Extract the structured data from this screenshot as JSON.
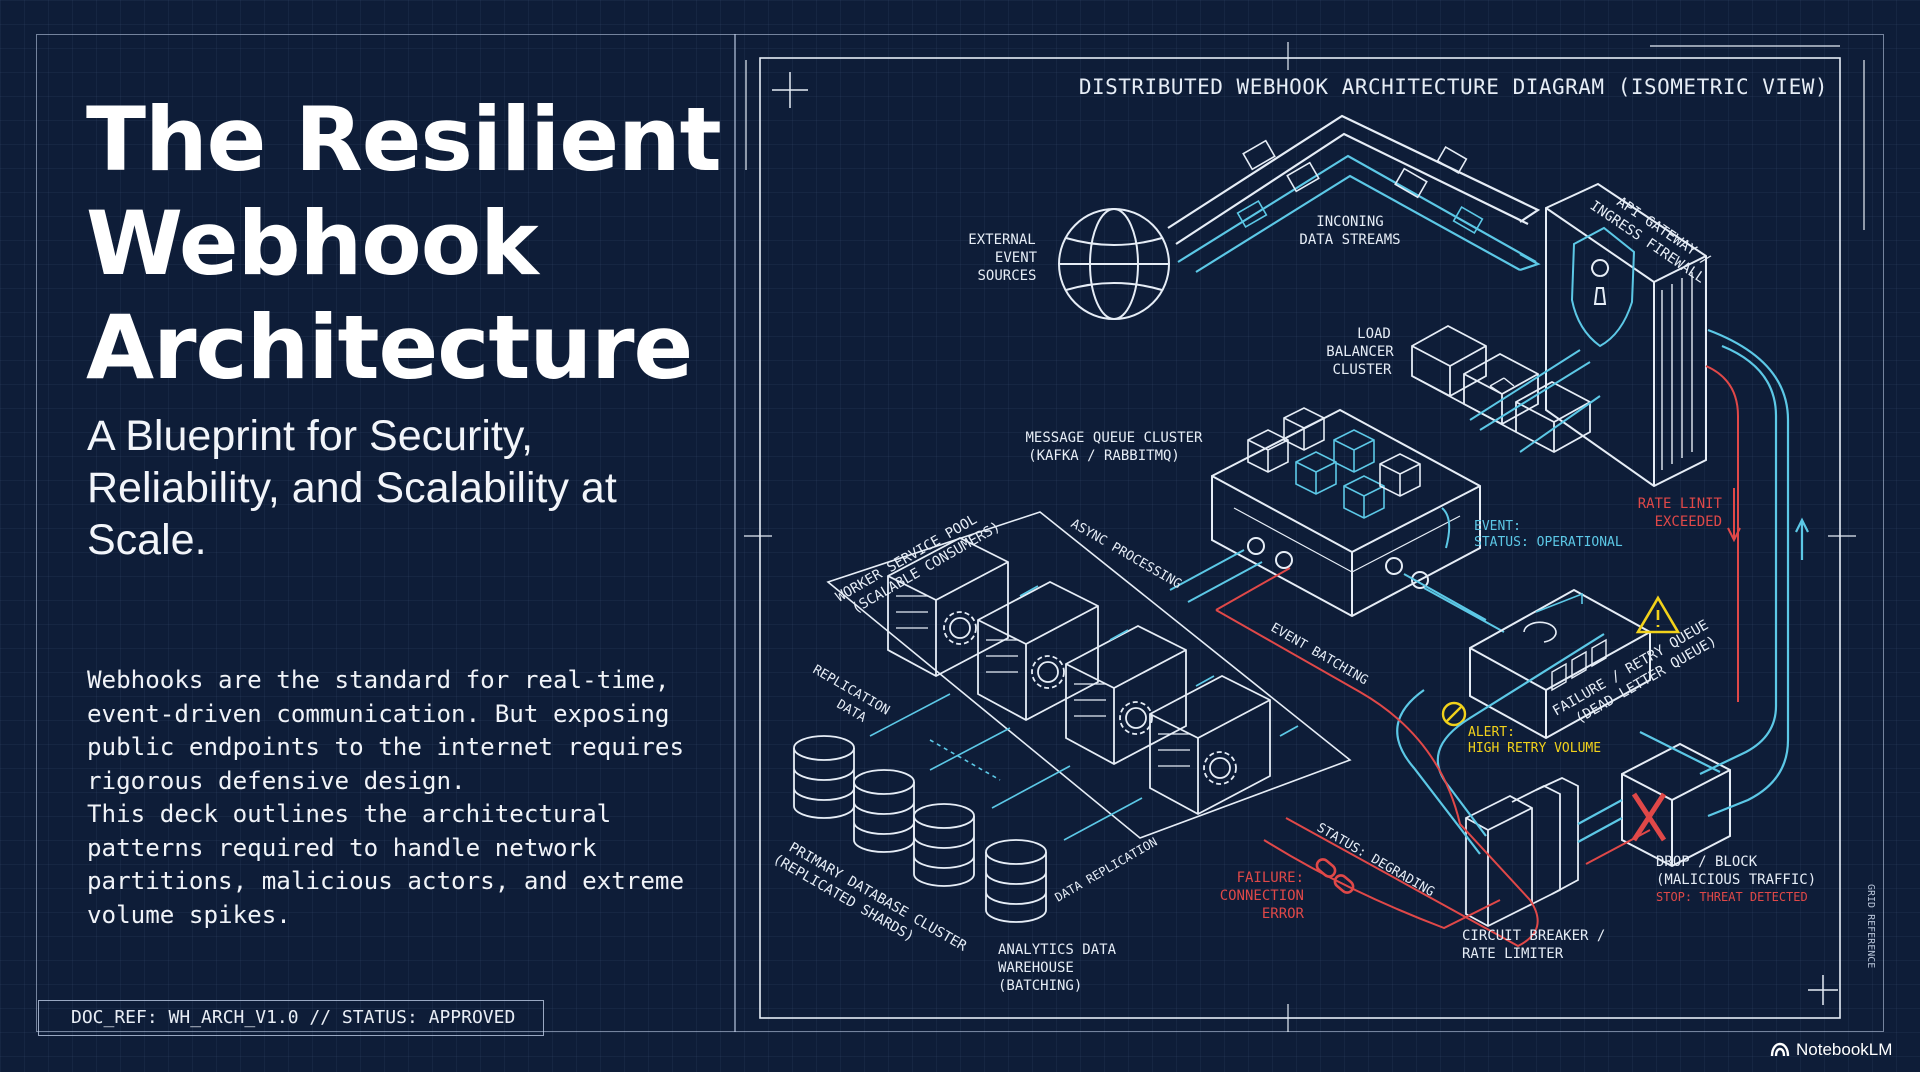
{
  "slide": {
    "title": "The Resilient\nWebhook\nArchitecture",
    "subtitle": "A Blueprint for Security,\nReliability, and Scalability at\nScale.",
    "body": "Webhooks are the standard for real-time,\nevent-driven communication. But exposing\npublic endpoints to the internet requires\nrigorous defensive design.\nThis deck outlines the architectural\npatterns required to handle network\npartitions, malicious actors, and extreme\nvolume spikes.",
    "doc_ref": "DOC_REF: WH_ARCH_V1.0 // STATUS: APPROVED",
    "brand": "NotebookLM"
  },
  "diagram": {
    "title": "DISTRIBUTED WEBHOOK ARCHITECTURE DIAGRAM (ISOMETRIC VIEW)",
    "labels": {
      "external_1": "EXTERNAL",
      "external_2": "EVENT",
      "external_3": "SOURCES",
      "incoming_1": "INCONING",
      "incoming_2": "DATA STREAMS",
      "gateway_1": "API GATEWAY /",
      "gateway_2": "INGRESS FIREWALL",
      "lb_1": "LOAD",
      "lb_2": "BALANCER",
      "lb_3": "CLUSTER",
      "mq_1": "MESSAGE QUEUE CLUSTER",
      "mq_2": "(KAFKA / RABBITMQ)",
      "worker_1": "WORKER SERVICE POOL",
      "worker_2": "(SCALABLE CONSUMERS)",
      "async": "ASYNC PROCESSING",
      "event_status_1": "EVENT:",
      "event_status_2": "STATUS: OPERATIONAL",
      "rate_1": "RATE LINIT",
      "rate_2": "EXCEEDED",
      "event_batching": "EVENT BATCHING",
      "replication_left_1": "REPLICATION",
      "replication_left_2": "DATA",
      "failure_queue_1": "FAILURE / RETRY QUEUE",
      "failure_queue_2": "(DEAD LETTER QUEUE)",
      "alert_1": "ALERT:",
      "alert_2": "HIGH RETRY VOLUME",
      "status_degraded": "STATUS: DEGRADING",
      "primary_db_1": "PRIMARY DATABASE CLUSTER",
      "primary_db_2": "(REPLICATED SHARDS)",
      "data_replication": "DATA REPLICATION",
      "failure_conn_1": "FAILURE:",
      "failure_conn_2": "CONNECTION",
      "failure_conn_3": "ERROR",
      "analytics_1": "ANALYTICS DATA",
      "analytics_2": "WAREHOUSE",
      "analytics_3": "(BATCHING)",
      "cb_1": "CIRCUIT BREAKER /",
      "cb_2": "RATE LIMITER",
      "drop_1": "DROP / BLOCK",
      "drop_2": "(MALICIOUS TRAFFIC)",
      "drop_3": "STOP: THREAT DETECTED",
      "side_note": "GRID REFERENCE"
    }
  },
  "colors": {
    "background": "#0e1d38",
    "line": "#e6edf6",
    "cyan": "#5cc8e6",
    "red": "#e04848",
    "yellow": "#f2d21b"
  }
}
